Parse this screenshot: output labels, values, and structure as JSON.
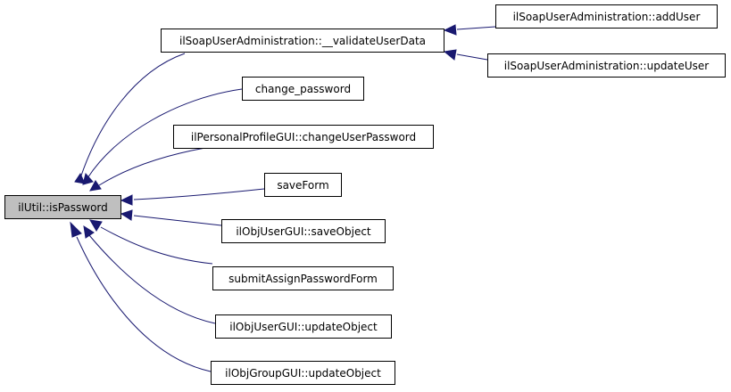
{
  "diagram": {
    "nodes": {
      "root": "ilUtil::isPassword",
      "validate_user_data": "ilSoapUserAdministration::__validateUserData",
      "add_user": "ilSoapUserAdministration::addUser",
      "update_user": "ilSoapUserAdministration::updateUser",
      "change_password": "change_password",
      "change_user_password": "ilPersonalProfileGUI::changeUserPassword",
      "save_form": "saveForm",
      "save_object": "ilObjUserGUI::saveObject",
      "submit_assign_password_form": "submitAssignPasswordForm",
      "user_update_object": "ilObjUserGUI::updateObject",
      "group_update_object": "ilObjGroupGUI::updateObject"
    },
    "edges": [
      {
        "from": "validate_user_data",
        "to": "root"
      },
      {
        "from": "change_password",
        "to": "root"
      },
      {
        "from": "change_user_password",
        "to": "root"
      },
      {
        "from": "save_form",
        "to": "root"
      },
      {
        "from": "save_object",
        "to": "root"
      },
      {
        "from": "submit_assign_password_form",
        "to": "root"
      },
      {
        "from": "user_update_object",
        "to": "root"
      },
      {
        "from": "group_update_object",
        "to": "root"
      },
      {
        "from": "add_user",
        "to": "validate_user_data"
      },
      {
        "from": "update_user",
        "to": "validate_user_data"
      }
    ],
    "colors": {
      "edge": "#191970",
      "root_fill": "#bfbfbf",
      "node_fill": "#ffffff",
      "node_border": "#000000"
    }
  }
}
